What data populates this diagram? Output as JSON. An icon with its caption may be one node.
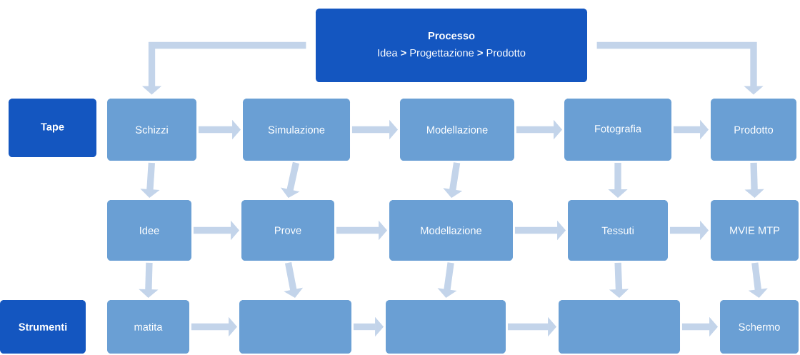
{
  "diagram": {
    "nodes": [
      {
        "text": [
          "Processo",
          "Idea **>** Progettazione **>** Prodotto"
        ]
      },
      {
        "text": [
          "Tape"
        ]
      },
      {
        "text": [
          "Schizzi"
        ]
      },
      {
        "text": [
          "Simulazione"
        ]
      },
      {
        "text": [
          "Modellazione"
        ]
      },
      {
        "text": [
          "Fotografia"
        ]
      },
      {
        "text": [
          "Prodotto"
        ]
      },
      {
        "text": [
          "Idee"
        ]
      },
      {
        "text": [
          "Prove"
        ]
      },
      {
        "text": [
          "Modellazione"
        ]
      },
      {
        "text": [
          "Tessuti"
        ]
      },
      {
        "text": [
          "MVIE MTP"
        ]
      },
      {
        "text": [
          "Strumenti"
        ]
      },
      {
        "text": [
          "matita"
        ]
      },
      {
        "text": [],
        "shape": "box"
      },
      {
        "text": [],
        "shape": "box"
      },
      {
        "text": [],
        "shape": "box"
      },
      {
        "text": [
          "Schermo"
        ]
      }
    ],
    "edges": [
      {
        "from": 0,
        "to": 2,
        "arrow": "to"
      },
      {
        "from": 0,
        "to": 6,
        "arrow": "to"
      },
      {
        "from": 2,
        "to": 3,
        "arrow": "to"
      },
      {
        "from": 3,
        "to": 4,
        "arrow": "to"
      },
      {
        "from": 4,
        "to": 5,
        "arrow": "to"
      },
      {
        "from": 5,
        "to": 6,
        "arrow": "to"
      },
      {
        "from": 2,
        "to": 7,
        "arrow": "to"
      },
      {
        "from": 3,
        "to": 8,
        "arrow": "to"
      },
      {
        "from": 4,
        "to": 9,
        "arrow": "to"
      },
      {
        "from": 5,
        "to": 10,
        "arrow": "to"
      },
      {
        "from": 6,
        "to": 11,
        "arrow": "to"
      },
      {
        "from": 7,
        "to": 8,
        "arrow": "to"
      },
      {
        "from": 8,
        "to": 9,
        "arrow": "to"
      },
      {
        "from": 9,
        "to": 10,
        "arrow": "to"
      },
      {
        "from": 10,
        "to": 11,
        "arrow": "to"
      },
      {
        "from": 7,
        "to": 13,
        "arrow": "to"
      },
      {
        "from": 8,
        "to": 14,
        "arrow": "to"
      },
      {
        "from": 9,
        "to": 15,
        "arrow": "to"
      },
      {
        "from": 10,
        "to": 16,
        "arrow": "to"
      },
      {
        "from": 11,
        "to": 17,
        "arrow": "to"
      },
      {
        "from": 13,
        "to": 14,
        "arrow": "to"
      },
      {
        "from": 14,
        "to": 15,
        "arrow": "to"
      },
      {
        "from": 15,
        "to": 16,
        "arrow": "to"
      },
      {
        "from": 16,
        "to": 17,
        "arrow": "to"
      }
    ]
  }
}
